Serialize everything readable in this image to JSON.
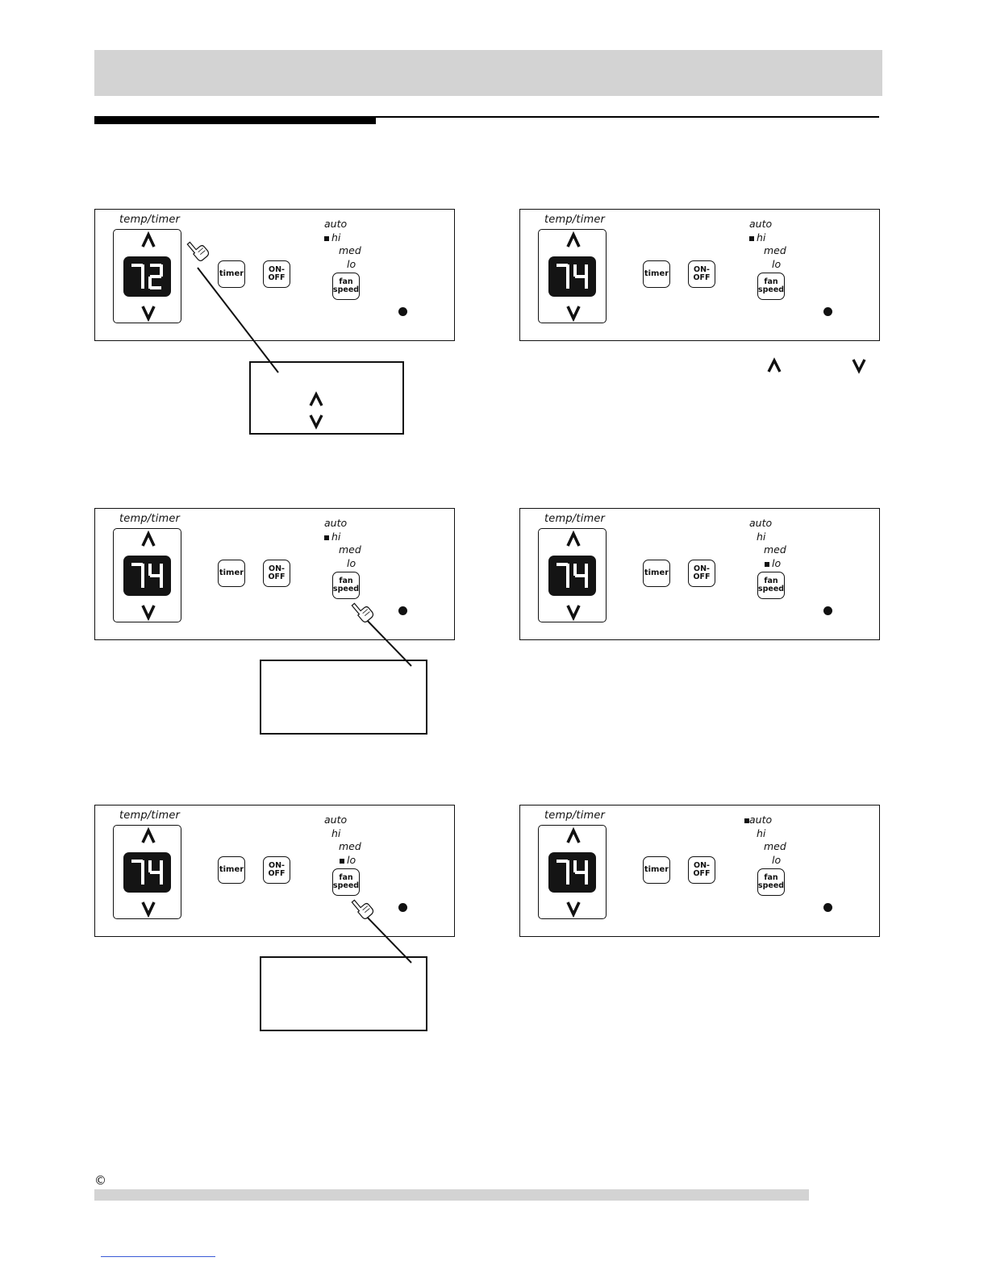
{
  "copyright_symbol": "©",
  "panel_labels": {
    "temp_timer": "temp/timer",
    "timer_button": "timer",
    "onoff_button_line1": "ON-",
    "onoff_button_line2": "OFF",
    "fan_button_line1": "fan",
    "fan_button_line2": "speed",
    "speed_auto": "auto",
    "speed_hi": "hi",
    "speed_med": "med",
    "speed_lo": "lo"
  },
  "panels": [
    {
      "display_value": "72",
      "selected_speed": "hi",
      "pointer": "up-arrow"
    },
    {
      "display_value": "74",
      "selected_speed": "hi",
      "pointer": "none"
    },
    {
      "display_value": "74",
      "selected_speed": "hi",
      "pointer": "fan-speed"
    },
    {
      "display_value": "74",
      "selected_speed": "lo",
      "pointer": "none"
    },
    {
      "display_value": "74",
      "selected_speed": "lo",
      "pointer": "fan-speed"
    },
    {
      "display_value": "74",
      "selected_speed": "auto",
      "pointer": "none"
    }
  ],
  "colors": {
    "header_band": "#d3d3d3",
    "footer_band": "#d3d3d3",
    "ink": "#111111",
    "lcd": "#141414",
    "link_underline": "#3a5ad6"
  }
}
